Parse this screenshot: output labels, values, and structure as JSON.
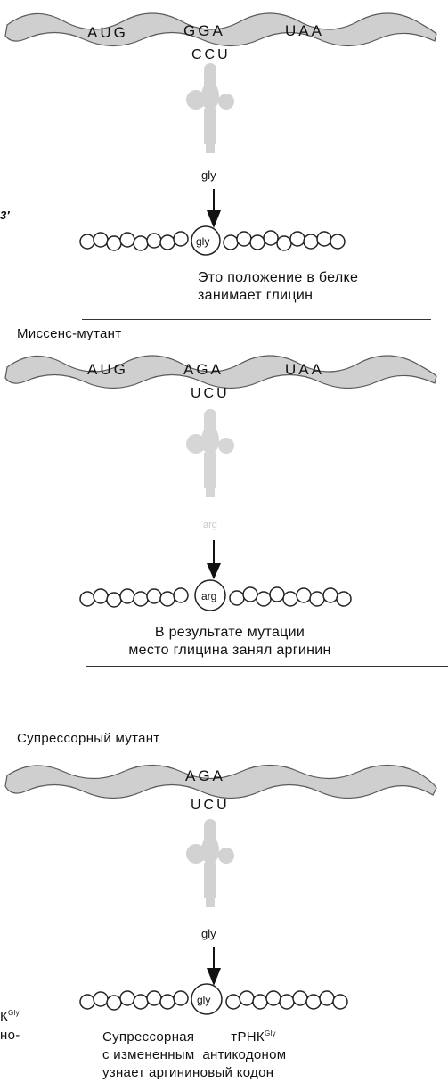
{
  "panels": [
    {
      "title": "",
      "codons": [
        "AUG",
        "GGA",
        "UAA"
      ],
      "anticodon": "CCU",
      "amino_acid_label": "gly",
      "chain_label": "gly",
      "caption_lines": [
        "Это положение в белке",
        "занимает глицин"
      ]
    },
    {
      "title": "Миссенс-мутант",
      "codons": [
        "AUG",
        "AGA",
        "UAA"
      ],
      "anticodon": "UCU",
      "amino_acid_label": "arg",
      "chain_label": "arg",
      "caption_lines": [
        "В результате мутации",
        "место глицина занял аргинин"
      ]
    },
    {
      "title": "Супрессорный мутант",
      "codons": [
        "AGA"
      ],
      "anticodon": "UCU",
      "amino_acid_label": "gly",
      "chain_label": "gly",
      "caption_lines": [
        "Супрессорная",
        "тРНК",
        "Gly",
        "с измененным  антикодоном",
        "узнает аргининовый кодон"
      ]
    }
  ],
  "margin_text": {
    "three_prime": "3′",
    "k_gly_base": "К",
    "k_gly_sup": "Gly",
    "no_fragment": "но-"
  },
  "colors": {
    "mrna_fill": "#cfcfcf",
    "mrna_stroke": "#5a5a5a",
    "trna_fill": "#d2d2d2",
    "ink": "#111111"
  }
}
